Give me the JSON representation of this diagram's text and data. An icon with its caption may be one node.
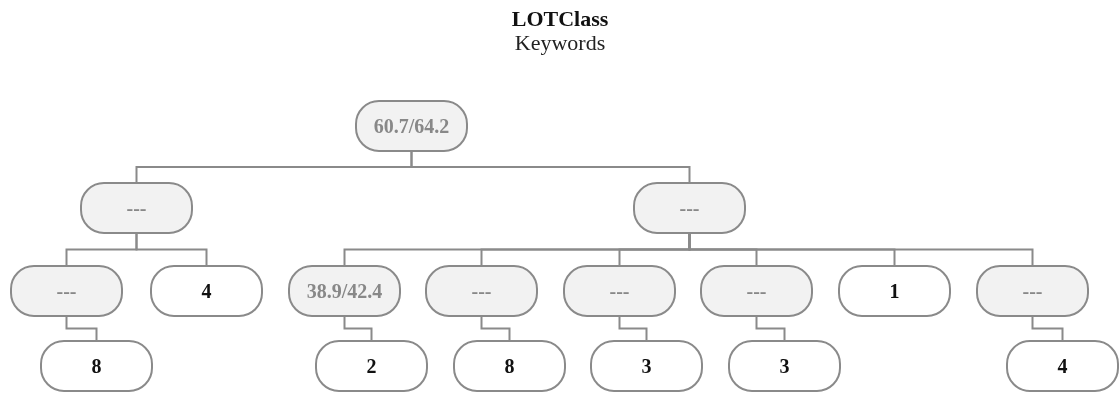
{
  "diagram": {
    "title": "LOTClass",
    "caption": "Keywords",
    "nodes": [
      {
        "text": [
          "60.7/64.2"
        ]
      },
      {
        "text": [
          "---"
        ]
      },
      {
        "text": [
          "---"
        ]
      },
      {
        "text": [
          "---"
        ]
      },
      {
        "text": [
          "4"
        ]
      },
      {
        "text": [
          "38.9/42.4"
        ]
      },
      {
        "text": [
          "---"
        ]
      },
      {
        "text": [
          "---"
        ]
      },
      {
        "text": [
          "---"
        ]
      },
      {
        "text": [
          "1"
        ]
      },
      {
        "text": [
          "---"
        ]
      },
      {
        "text": [
          "8"
        ]
      },
      {
        "text": [
          "2"
        ]
      },
      {
        "text": [
          "8"
        ]
      },
      {
        "text": [
          "3"
        ]
      },
      {
        "text": [
          "3"
        ]
      },
      {
        "text": [
          "4"
        ]
      }
    ],
    "edges": [
      {
        "from": 0,
        "to": 1,
        "arrow": "none"
      },
      {
        "from": 0,
        "to": 2,
        "arrow": "none"
      },
      {
        "from": 1,
        "to": 3,
        "arrow": "none"
      },
      {
        "from": 1,
        "to": 4,
        "arrow": "none"
      },
      {
        "from": 2,
        "to": 5,
        "arrow": "none"
      },
      {
        "from": 2,
        "to": 6,
        "arrow": "none"
      },
      {
        "from": 2,
        "to": 7,
        "arrow": "none"
      },
      {
        "from": 2,
        "to": 8,
        "arrow": "none"
      },
      {
        "from": 2,
        "to": 9,
        "arrow": "none"
      },
      {
        "from": 2,
        "to": 10,
        "arrow": "none"
      },
      {
        "from": 3,
        "to": 11,
        "arrow": "none"
      },
      {
        "from": 5,
        "to": 12,
        "arrow": "none"
      },
      {
        "from": 6,
        "to": 13,
        "arrow": "none"
      },
      {
        "from": 7,
        "to": 14,
        "arrow": "none"
      },
      {
        "from": 8,
        "to": 15,
        "arrow": "none"
      },
      {
        "from": 10,
        "to": 16,
        "arrow": "none"
      }
    ]
  }
}
